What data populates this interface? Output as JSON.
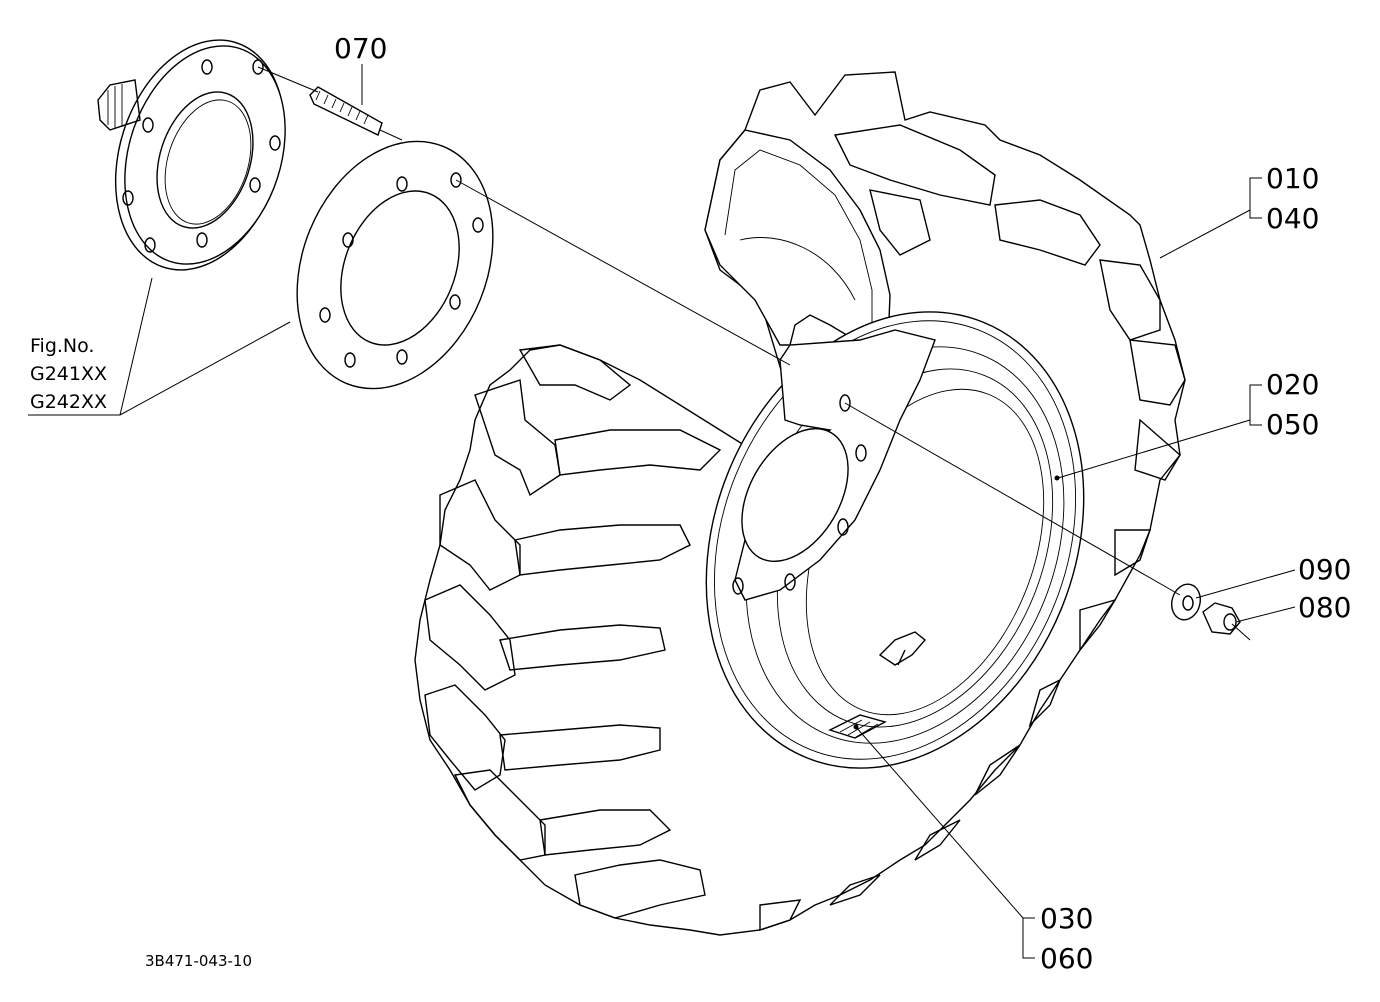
{
  "callouts": {
    "c070": "070",
    "c010": "010",
    "c040": "040",
    "c020": "020",
    "c050": "050",
    "c090": "090",
    "c080": "080",
    "c030": "030",
    "c060": "060"
  },
  "figure_ref": {
    "title": "Fig.No.",
    "ref1": "G241XX",
    "ref2": "G242XX"
  },
  "drawing_number": "3B471-043-10"
}
